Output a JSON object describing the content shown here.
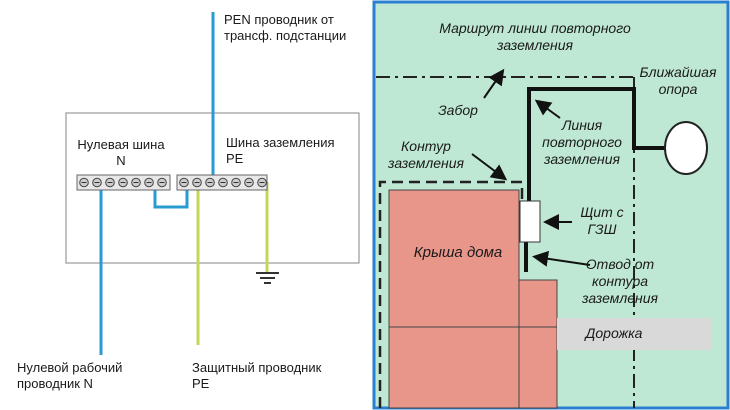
{
  "left_diagram": {
    "pen_label": [
      "PEN проводник от",
      "трансф. подстанции"
    ],
    "neutral_bus_label": [
      "Нулевая шина",
      "N"
    ],
    "ground_bus_label": [
      "Шина заземления",
      "PE"
    ],
    "neutral_conductor_label": [
      "Нулевой рабочий",
      "проводник N"
    ],
    "protective_conductor_label": [
      "Защитный проводник",
      "PE"
    ],
    "colors": {
      "blue_wire": "#2a9bd0",
      "green_wire": "#c5d55a",
      "panel_border": "#999999"
    }
  },
  "right_diagram": {
    "route_label": [
      "Маршрут линии повторного",
      "заземления"
    ],
    "nearest_pole_label": [
      "Ближайшая",
      "опора"
    ],
    "fence_label": "Забор",
    "reground_line_label": [
      "Линия",
      "повторного",
      "заземления"
    ],
    "ground_loop_label": [
      "Контур",
      "заземления"
    ],
    "panel_label": [
      "Щит с",
      "ГЗШ"
    ],
    "roof_label": "Крыша дома",
    "branch_label": [
      "Отвод от",
      "контура",
      "заземления"
    ],
    "path_label": "Дорожка",
    "colors": {
      "background": "#bfe8d4",
      "house": "#e8968a",
      "path": "#d9d9d9",
      "frame": "#2a7fd0"
    }
  }
}
